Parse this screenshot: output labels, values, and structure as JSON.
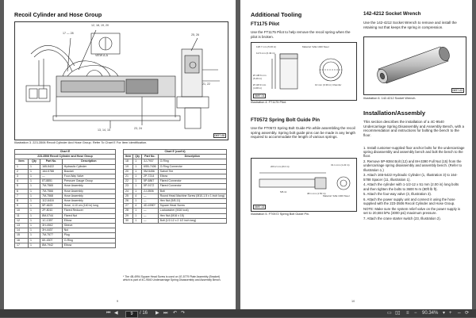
{
  "left_page": {
    "title": "Recoil Cylinder and Hose Group",
    "figure_callouts": {
      "c1": "12, 18, 19, 20",
      "c2": "17 — 28",
      "c3": "VIEW A-A",
      "c4": "25, 26",
      "c5": "21, 22",
      "c6": "23, 24",
      "c7": "13, 14, 15",
      "c8": "0697-08"
    },
    "caption": "Illustration 3.  223-3506 Recoil Cylinder And Hose Group.  Refer To Chart E For Item Identification.",
    "chart_e_left": {
      "title": "Chart E",
      "subtitle": "223-3506 Recoil Cylinder and Hose Group",
      "headers": [
        "Item",
        "Qty",
        "Part No.",
        "Description"
      ],
      "rows": [
        [
          "1",
          "1",
          "165-5422",
          "Hydraulic Cylinder"
        ],
        [
          "2",
          "1",
          "164-5788",
          "Bracket"
        ],
        [
          "3",
          "1",
          "—",
          "Four-Way Valve"
        ],
        [
          "4",
          "1",
          "8T-8851",
          "Pressure Gauge Group"
        ],
        [
          "5",
          "1",
          "7M-7565",
          "Hose Assembly"
        ],
        [
          "6",
          "1",
          "7M-7566",
          "Hose Assembly"
        ],
        [
          "7",
          "1",
          "7M-7568",
          "Hose Assembly"
        ],
        [
          "8",
          "1",
          "112-6416",
          "Hose Assembly"
        ],
        [
          "9",
          "1",
          "5P-4623",
          "Hose, 4-10 cm (140 in) long"
        ],
        [
          "10",
          "1",
          "2P-8010",
          "Flared Reducer"
        ],
        [
          "11",
          "1",
          "8M-0744",
          "Flared Nut"
        ],
        [
          "12",
          "1",
          "1C-1397",
          "Elbow"
        ],
        [
          "13",
          "1",
          "3H-4942",
          "Sleeve"
        ],
        [
          "14",
          "1",
          "3H-4437",
          "Nut"
        ],
        [
          "15",
          "1",
          "7M-7577",
          "Plug"
        ],
        [
          "16",
          "1",
          "6K-4307",
          "O-Ring"
        ],
        [
          "17",
          "1",
          "8M-7942",
          "Elbow"
        ]
      ]
    },
    "chart_e_right": {
      "title": "Chart E (cont'd)",
      "headers": [
        "Item",
        "Qty",
        "Part No.",
        "Description"
      ],
      "rows": [
        [
          "18",
          "1",
          "3J-7937",
          "O-Ring"
        ],
        [
          "19",
          "1",
          "6SB-7406",
          "O-Ring Connector"
        ],
        [
          "20",
          "1",
          "9M-5456",
          "Swivel Tee"
        ],
        [
          "21",
          "1",
          "2P-7214",
          "Elbow"
        ],
        [
          "22",
          "1",
          "5P-6867",
          "Flared Connector"
        ],
        [
          "23",
          "1",
          "5P-9172",
          "Flared Connector"
        ],
        [
          "24",
          "1",
          "2J-3506",
          "Bolt"
        ],
        [
          "25",
          "4",
          "—",
          "Round Head Machine Screw (M10-1.5 x 1 inch long)"
        ],
        [
          "26",
          "1",
          "—",
          "Hex Nut (5/8-11)"
        ],
        [
          "27",
          "4",
          "4D-4990*",
          "Square Head Screw"
        ],
        [
          "28",
          "1",
          "—",
          "Lockwasher (M16 lock)"
        ],
        [
          "29",
          "1",
          "—",
          "Hex Nut (M16 x 15)"
        ],
        [
          "30",
          "1",
          "—",
          "Bolt (1/2-12 x 2 1/2 inch long)"
        ]
      ],
      "note": "* The 4B-4994 Square Head Screw is used on 1E-5779 Plate Assembly (Bracket) which is part of 4C-9540 Undercarriage Spring Disassembly and Assembly Bench."
    },
    "page_number": "9"
  },
  "right_page": {
    "heading": "Additional Tooling",
    "ft1175": {
      "heading": "FT1175 Pilot",
      "body": "Use the FT1175 Pilot to help remove the recoil spring when the pilot is broken.",
      "dims": [
        "128.7 mm (5.06 in)",
        "12.5 mm (0.49 in)",
        "Ø 138.6 mm (5.46 in)",
        "Ø 118.9 mm (4.68 in)",
        "Material: SAE 1020 Steel",
        "10 mm (0.39 in) Chamfer"
      ],
      "fig_id": "0697-01",
      "caption": "Illustration 4.   FT1175 Pilot."
    },
    "ft0572": {
      "heading": "FT0572 Spring Bolt Guide Pin",
      "body": "Use the FT0572 Spring Bolt Guide Pin while assembling the recoil spring assembly. Spring bolt guide pins can be made in any length required to accommodate the length of various springs.",
      "dims": [
        "203.2 mm (8.0 in)",
        "38.1 mm (1.50 in)",
        "31.1 mm (1.22 in)",
        "Material: SAE 1020 Steel",
        "5/8-11"
      ],
      "fig_id": "0697-02",
      "caption": "Illustration 5.   FT0572 Spring Bolt Guide Pin."
    },
    "socket": {
      "heading": "142-4212 Socket Wrench",
      "body": "Use the 142-4212 Socket Wrench to remove and install the retaining nut that keeps the spring in compression.",
      "fig_id": "0697-03",
      "caption": "Illustration 6.   142-4212 Socket Wrench."
    },
    "install": {
      "heading": "Installation/Assembly",
      "intro": "This section describes the installation of a 4C-9540 Undercarriage Spring Disassembly and Assembly Bench, with a recommendation and instructions for bolting the bench to the floor.",
      "steps": [
        "1.  Install customer-supplied floor anchor bolts for the undercarriage spring disassembly and assembly bench and bolt the bench to the floor.",
        "2.  Remove 5P-9384 Bolt (12) and 8H-3390 Full Nut (15) from the undercarriage spring disassembly and assembly bench. (Refer to Illustration 1.)",
        "3.  Attach 165-5422 Hydraulic Cylinder (1, Illustration 3) to 164-5788 Spacer (11, Illustration 1).",
        "4.  Attach the cylinder with 1-1/2-12 x 51 mm (2.00 in) long bolts and then tighten the bolts to 3600 N·m (80ft lb ft).",
        "5.  Attach the four-way valve (3, Illustration 3).",
        "6.  Attach the power supply unit and connect it using the hose supplied with the 223-3506 Recoil Cylinder and Hose Group."
      ],
      "note": "NOTE: Make sure the system relief valve on the power supply is set to 20,684 kPa (3000 psi) maximum pressure.",
      "step7": "7.  Attach the crane starter switch (23, Illustration 2)."
    },
    "page_number": "10"
  },
  "statusbar": {
    "page_current": "9",
    "page_total": "/ 16",
    "zoom": "90.34%"
  }
}
